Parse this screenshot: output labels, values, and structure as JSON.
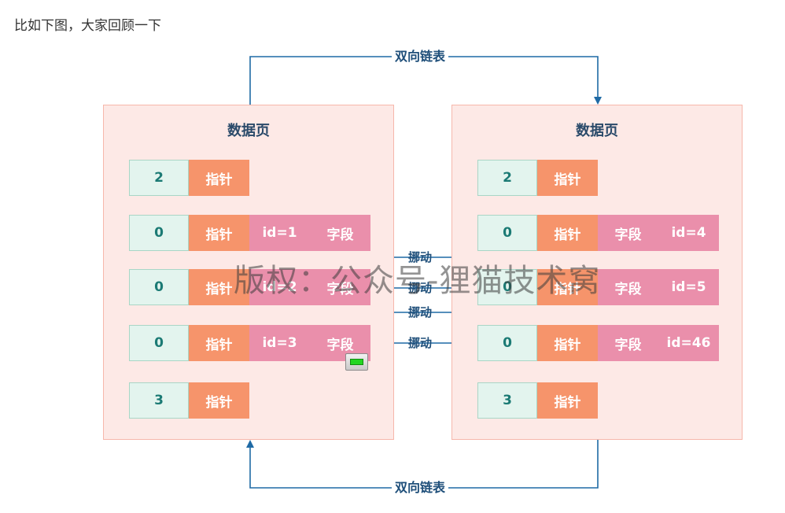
{
  "intro_text": "比如下图，大家回顾一下",
  "linked_list_label": "双向链表",
  "move_label": "挪动",
  "watermark": "版权：公众号-狸猫技术窝",
  "left_page": {
    "title": "数据页",
    "rows": [
      {
        "num": "2",
        "ptr": "指针"
      },
      {
        "num": "0",
        "ptr": "指针",
        "f1": "id=1",
        "f2": "字段"
      },
      {
        "num": "0",
        "ptr": "指针",
        "f1": "id=2",
        "f2": "字段"
      },
      {
        "num": "0",
        "ptr": "指针",
        "f1": "id=3",
        "f2": "字段"
      },
      {
        "num": "3",
        "ptr": "指针"
      }
    ]
  },
  "right_page": {
    "title": "数据页",
    "rows": [
      {
        "num": "2",
        "ptr": "指针"
      },
      {
        "num": "0",
        "ptr": "指针",
        "f1": "字段",
        "f2": "id=4"
      },
      {
        "num": "0",
        "ptr": "指针",
        "f1": "字段",
        "f2": "id=5"
      },
      {
        "num": "0",
        "ptr": "指针",
        "f1": "字段",
        "f2": "id=46"
      },
      {
        "num": "3",
        "ptr": "指针"
      }
    ]
  },
  "colors": {
    "page_bg": "#fde9e6",
    "num_cell": "#e3f4ee",
    "pointer_cell": "#f6946b",
    "field_cell": "#ea8fab",
    "arrow": "#1f6aa5"
  }
}
